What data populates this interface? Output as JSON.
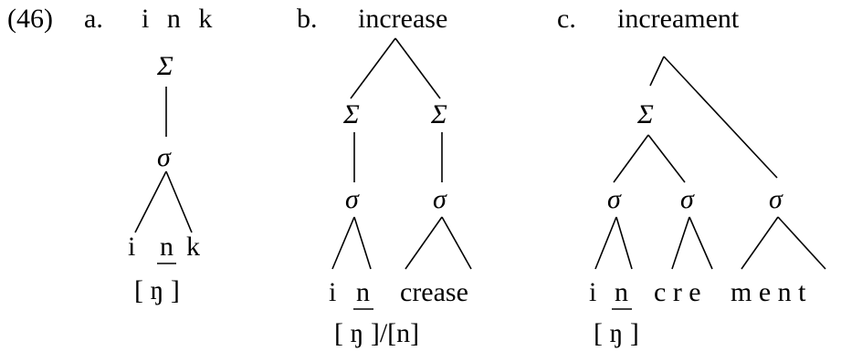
{
  "example_number": "(46)",
  "panels": [
    {
      "letter": "a.",
      "word": "i n k",
      "foot": "Σ",
      "syllables": [
        "σ"
      ],
      "segments": [
        "i",
        "n",
        "k"
      ],
      "transcription": "[ ŋ ]"
    },
    {
      "letter": "b.",
      "word": "increase",
      "feet": [
        "Σ",
        "Σ"
      ],
      "syllables": [
        "σ",
        "σ"
      ],
      "segments": [
        "i",
        "n",
        "crease"
      ],
      "transcription": "[ ŋ ]/[n]"
    },
    {
      "letter": "c.",
      "word": "increament",
      "foot": "Σ",
      "syllables": [
        "σ",
        "σ",
        "σ"
      ],
      "segments": [
        "i",
        "n",
        "c r e",
        "m e n t"
      ],
      "transcription": "[ ŋ ]"
    }
  ]
}
